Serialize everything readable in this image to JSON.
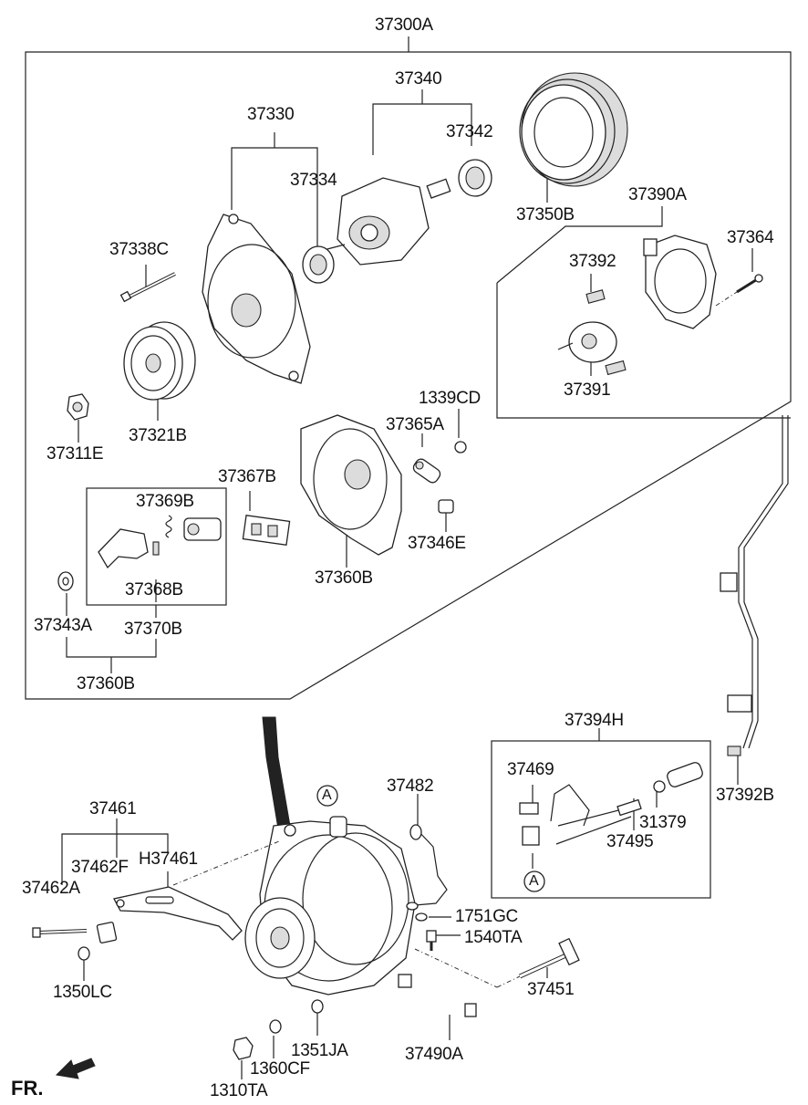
{
  "labels": {
    "l_37300A": "37300A",
    "l_37340": "37340",
    "l_37330": "37330",
    "l_37342": "37342",
    "l_37334": "37334",
    "l_37350B": "37350B",
    "l_37390A": "37390A",
    "l_37338C": "37338C",
    "l_37364": "37364",
    "l_37392": "37392",
    "l_37391": "37391",
    "l_1339CD": "1339CD",
    "l_37365A": "37365A",
    "l_37311E": "37311E",
    "l_37321B": "37321B",
    "l_37367B": "37367B",
    "l_37369B": "37369B",
    "l_37346E": "37346E",
    "l_37368B": "37368B",
    "l_37360B_a": "37360B",
    "l_37343A": "37343A",
    "l_37370B": "37370B",
    "l_37360B_b": "37360B",
    "l_37394H": "37394H",
    "l_37469": "37469",
    "l_37392B": "37392B",
    "l_31379": "31379",
    "l_37495": "37495",
    "l_37482": "37482",
    "l_37461": "37461",
    "l_37462F": "37462F",
    "l_H37461": "H37461",
    "l_37462A": "37462A",
    "l_1751GC": "1751GC",
    "l_1540TA": "1540TA",
    "l_1350LC": "1350LC",
    "l_37451": "37451",
    "l_1351JA": "1351JA",
    "l_1360CF": "1360CF",
    "l_37490A": "37490A",
    "l_1310TA": "1310TA"
  },
  "ref_markers": {
    "marker_top": "A",
    "marker_bottom": "A"
  },
  "direction_label": "FR."
}
